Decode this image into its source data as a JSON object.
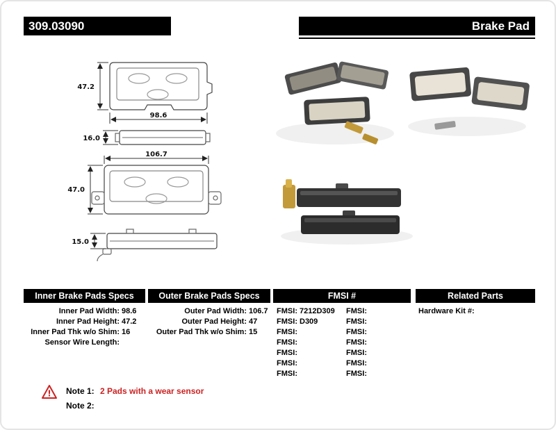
{
  "header": {
    "part_number": "309.03090",
    "product_title": "Brake Pad"
  },
  "drawings": {
    "inner_front": {
      "height": "47.2",
      "width": "98.6"
    },
    "inner_edge": {
      "thickness": "16.0"
    },
    "outer_front": {
      "width": "106.7",
      "height": "47.0"
    },
    "outer_edge": {
      "thickness": "15.0"
    }
  },
  "specs": {
    "inner": {
      "title": "Inner Brake Pads Specs",
      "rows": [
        {
          "label": "Inner Pad Width:",
          "value": "98.6"
        },
        {
          "label": "Inner Pad Height:",
          "value": "47.2"
        },
        {
          "label": "Inner Pad Thk w/o Shim:",
          "value": "16"
        },
        {
          "label": "Sensor Wire Length:",
          "value": ""
        }
      ]
    },
    "outer": {
      "title": "Outer Brake Pads Specs",
      "rows": [
        {
          "label": "Outer Pad Width:",
          "value": "106.7"
        },
        {
          "label": "Outer Pad Height:",
          "value": "47"
        },
        {
          "label": "Outer Pad Thk w/o Shim:",
          "value": "15"
        }
      ]
    },
    "fmsi": {
      "title": "FMSI #",
      "col1": [
        {
          "label": "FMSI:",
          "value": "7212D309"
        },
        {
          "label": "FMSI:",
          "value": "D309"
        },
        {
          "label": "FMSI:",
          "value": ""
        },
        {
          "label": "FMSI:",
          "value": ""
        },
        {
          "label": "FMSI:",
          "value": ""
        },
        {
          "label": "FMSI:",
          "value": ""
        },
        {
          "label": "FMSI:",
          "value": ""
        }
      ],
      "col2": [
        {
          "label": "FMSI:",
          "value": ""
        },
        {
          "label": "FMSI:",
          "value": ""
        },
        {
          "label": "FMSI:",
          "value": ""
        },
        {
          "label": "FMSI:",
          "value": ""
        },
        {
          "label": "FMSI:",
          "value": ""
        },
        {
          "label": "FMSI:",
          "value": ""
        },
        {
          "label": "FMSI:",
          "value": ""
        }
      ]
    },
    "related": {
      "title": "Related Parts",
      "rows": [
        {
          "label": "Hardware Kit #:",
          "value": ""
        }
      ]
    }
  },
  "notes": {
    "warning_icon": "warning-triangle",
    "note1_label": "Note 1:",
    "note1_text": "2 Pads with a wear sensor",
    "note2_label": "Note 2:",
    "note2_text": ""
  },
  "colors": {
    "header_bg": "#000000",
    "note_red": "#cc2222",
    "hardware_gold": "#c39a3a"
  }
}
